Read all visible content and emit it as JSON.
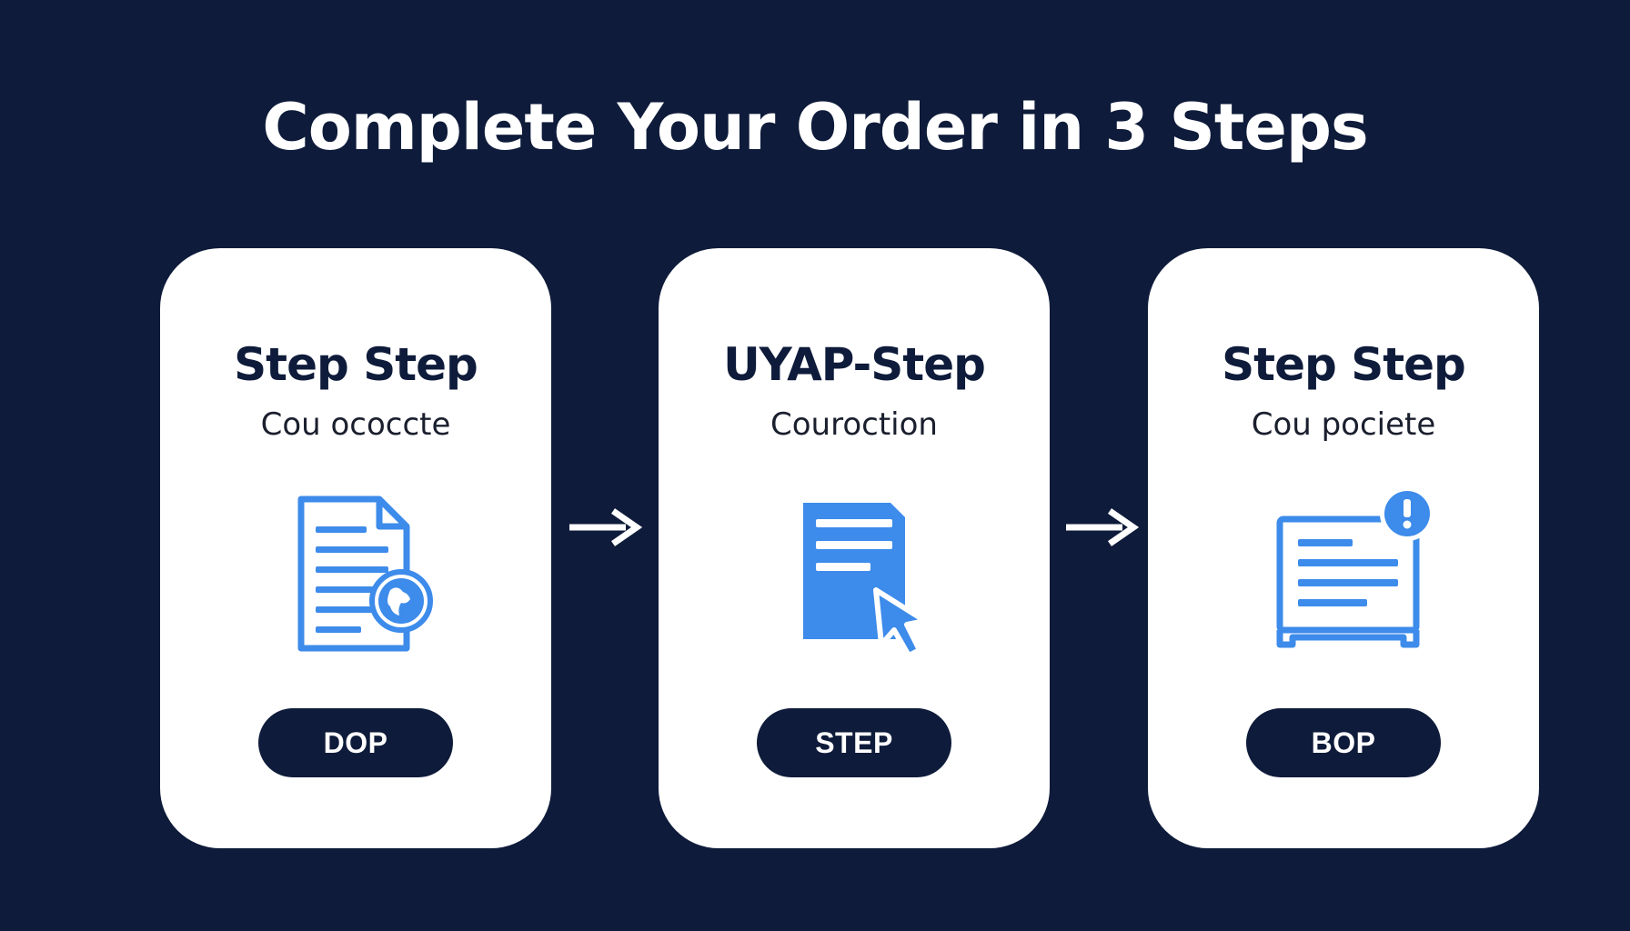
{
  "title": "Complete Your Order in 3 Steps",
  "colors": {
    "background": "#0e1b3a",
    "card": "#ffffff",
    "accent": "#3d8bea",
    "button": "#0e1b3a"
  },
  "steps": [
    {
      "heading": "Step Step",
      "subtitle": "Cou ococcte",
      "icon": "document-globe-icon",
      "button_label": "DOP"
    },
    {
      "heading": "UYAP-Step",
      "subtitle": "Couroction",
      "icon": "document-cursor-icon",
      "button_label": "STEP"
    },
    {
      "heading": "Step Step",
      "subtitle": "Cou pociete",
      "icon": "document-alert-icon",
      "button_label": "BOP"
    }
  ],
  "arrows": [
    "right-arrow-icon",
    "right-arrow-icon"
  ]
}
